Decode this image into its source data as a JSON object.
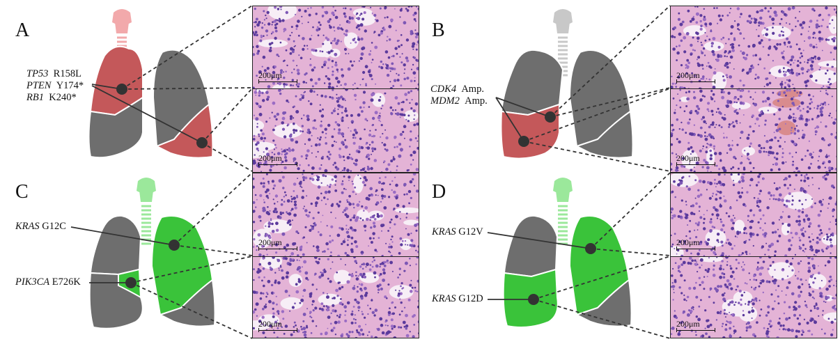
{
  "panels": {
    "A": {
      "label": "A",
      "mutations": [
        {
          "gene": "TP53",
          "change": "R158L"
        },
        {
          "gene": "PTEN",
          "change": "Y174*"
        },
        {
          "gene": "RB1",
          "change": "K240*"
        }
      ],
      "color": "#c4585a",
      "trachea_color": "#f2a9ab"
    },
    "B": {
      "label": "B",
      "mutations": [
        {
          "gene": "CDK4",
          "change": "Amp."
        },
        {
          "gene": "MDM2",
          "change": "Amp."
        }
      ],
      "color": "#c4585a",
      "trachea_color": "#c8c8c8"
    },
    "C": {
      "label": "C",
      "mutations": [
        {
          "gene": "KRAS",
          "change": "G12C"
        },
        {
          "gene": "PIK3CA",
          "change": "E726K"
        }
      ],
      "color": "#3ac33a",
      "trachea_color": "#9be89b"
    },
    "D": {
      "label": "D",
      "mutations": [
        {
          "gene": "KRAS",
          "change": "G12V"
        },
        {
          "gene": "KRAS",
          "change": "G12D"
        }
      ],
      "color": "#3ac33a",
      "trachea_color": "#9be89b"
    }
  },
  "histology": {
    "scale_label": "200μm",
    "count_per_column": 4
  },
  "colors": {
    "lung_gray": "#6e6e6e",
    "node": "#333333",
    "tissue_pink": "#e9a6c9",
    "tissue_purple": "#7d4fb0"
  }
}
